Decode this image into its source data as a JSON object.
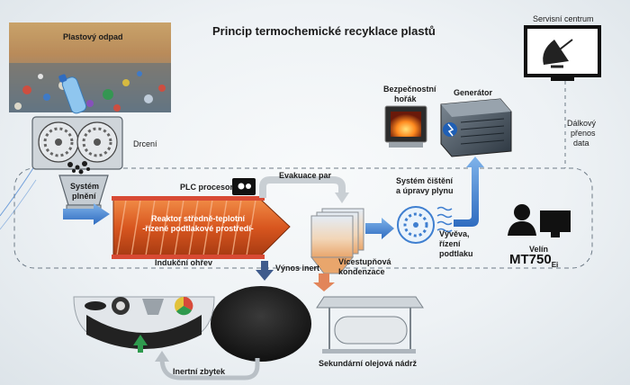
{
  "title": "Princip termochemické recyklace plastů",
  "labels": {
    "waste": "Plastový odpad",
    "shredding": "Drcení",
    "feed_line1": "Systém",
    "feed_line2": "plnění",
    "plc": "PLC procesor",
    "vapor": "Evakuace par",
    "reactor_line1": "Reaktor středně-teplotní",
    "reactor_line2": "-řízené podtlakové prostředí-",
    "induction": "Indukční ohřev",
    "inert_out": "Výnos inert",
    "condensation_line1": "Vícestupňová",
    "condensation_line2": "kondenzace",
    "burner_line1": "Bezpečnostní",
    "burner_line2": "hořák",
    "generator": "Generátor",
    "gas_line1": "Systém čištění",
    "gas_line2": "a úpravy plynu",
    "pump_line1": "Vývěva,",
    "pump_line2": "řízení",
    "pump_line3": "podtlaku",
    "service": "Servisní centrum",
    "remote_line1": "Dálkový",
    "remote_line2": "přenos",
    "remote_line3": "data",
    "control_room": "Velín",
    "model": "MT750",
    "model_sub": "Ei",
    "inert_residue": "Inertní zbytek",
    "oil_tank": "Sekundární olejová nádrž"
  },
  "colors": {
    "flow_blue": "#3f7fd0",
    "reactor_orange": "#e2602a",
    "heat_red": "#d9412f",
    "dashed": "#6d7a86"
  }
}
